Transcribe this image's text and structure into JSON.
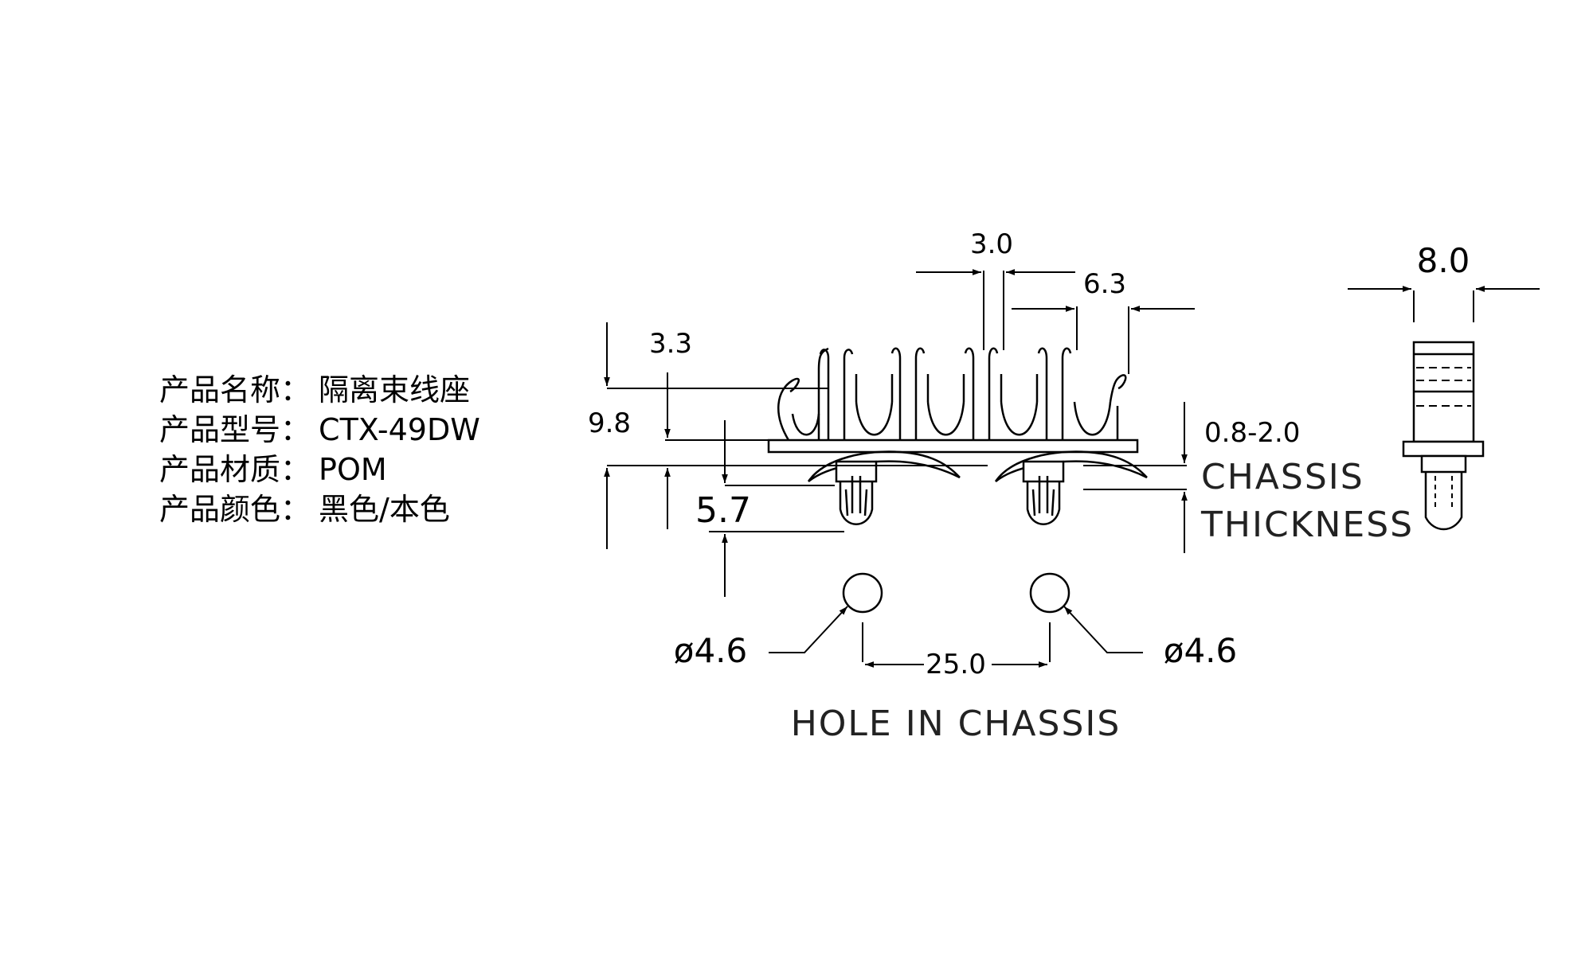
{
  "specs": [
    {
      "label": "产品名称",
      "sep": "：",
      "value": "隔离束线座"
    },
    {
      "label": "产品型号",
      "sep": "：",
      "value": "CTX-49DW"
    },
    {
      "label": "产品材质",
      "sep": "：",
      "value": "POM"
    },
    {
      "label": "产品颜色",
      "sep": "：",
      "value": "黑色/本色"
    }
  ],
  "dimensions": {
    "pitch": "3.0",
    "slot_width": "6.3",
    "clip_height_top": "3.3",
    "overall_height": "9.8",
    "leg_height": "5.7",
    "chassis_thickness": "0.8-2.0",
    "side_width": "8.0",
    "hole_diameter_left": "ø4.6",
    "hole_diameter_right": "ø4.6",
    "hole_spacing": "25.0"
  },
  "labels": {
    "chassis_line1": "CHASSIS",
    "chassis_line2": "THICKNESS",
    "hole_caption": "HOLE IN CHASSIS"
  }
}
